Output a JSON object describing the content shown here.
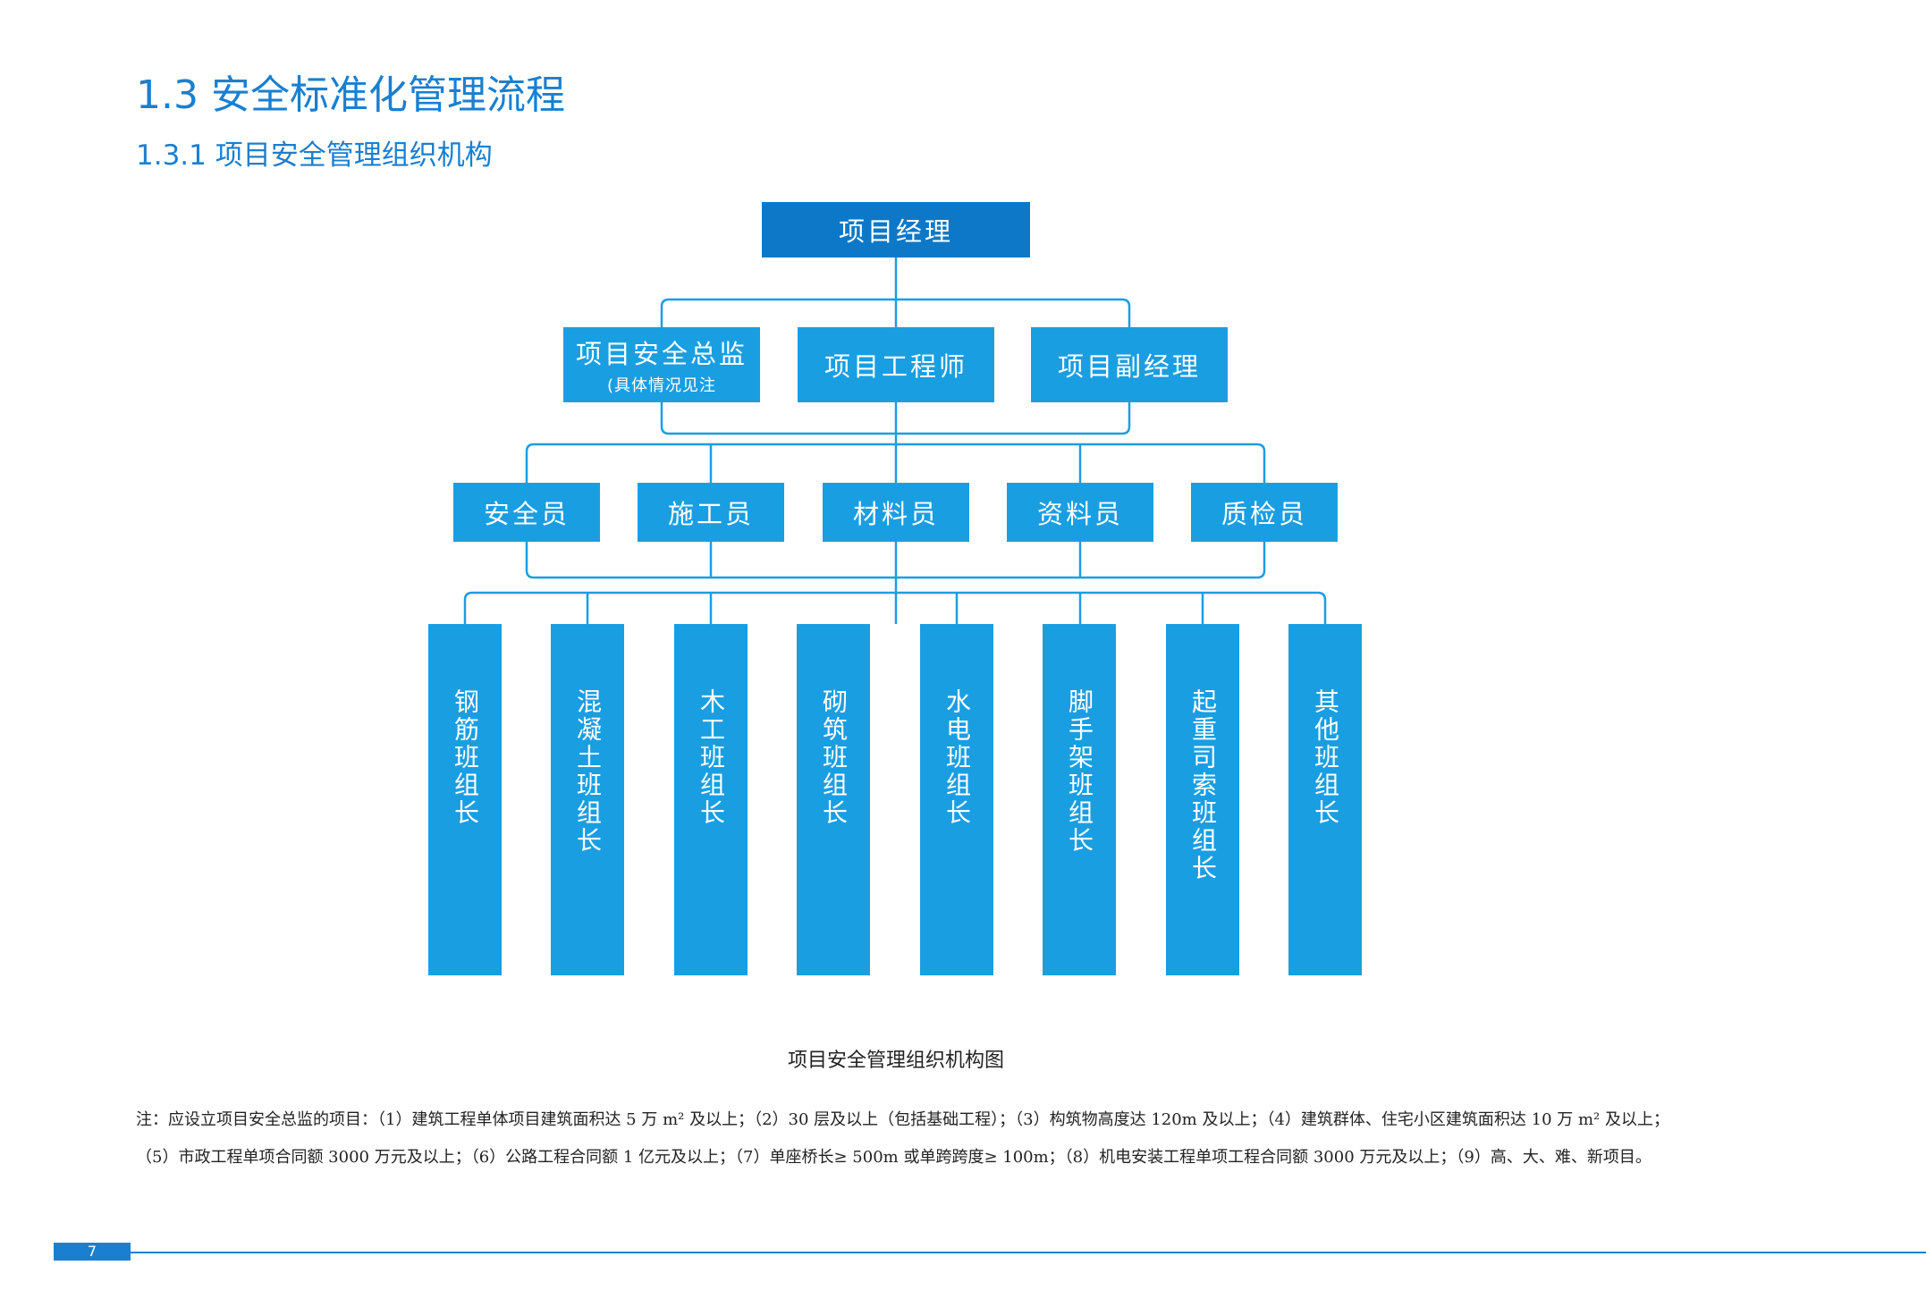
{
  "heading": {
    "title": "1.3 安全标准化管理流程",
    "subtitle": "1.3.1 项目安全管理组织机构"
  },
  "org_chart": {
    "top": {
      "label": "项目经理"
    },
    "level2": [
      {
        "label": "项目安全总监",
        "sub": "(具体情况见注"
      },
      {
        "label": "项目工程师",
        "sub": ""
      },
      {
        "label": "项目副经理",
        "sub": ""
      }
    ],
    "level3": [
      {
        "label": "安全员"
      },
      {
        "label": "施工员"
      },
      {
        "label": "材料员"
      },
      {
        "label": "资料员"
      },
      {
        "label": "质检员"
      }
    ],
    "level4": [
      {
        "label": "钢筋班组长"
      },
      {
        "label": "混凝土班组长"
      },
      {
        "label": "木工班组长"
      },
      {
        "label": "砌筑班组长"
      },
      {
        "label": "水电班组长"
      },
      {
        "label": "脚手架班组长"
      },
      {
        "label": "起重司索班组长"
      },
      {
        "label": "其他班组长"
      }
    ],
    "caption": "项目安全管理组织机构图",
    "colors": {
      "top": "#0c78c7",
      "box": "#1a9ee2",
      "line": "#1a9ee2",
      "heading": "#1a7fd0"
    }
  },
  "note": {
    "text": "注：应设立项目安全总监的项目：（1）建筑工程单体项目建筑面积达 5 万 m² 及以上；（2）30 层及以上（包括基础工程）；（3）构筑物高度达 120m 及以上；（4）建筑群体、住宅小区建筑面积达 10 万 m² 及以上；（5）市政工程单项合同额 3000 万元及以上；（6）公路工程合同额 1 亿元及以上；（7）单座桥长≥ 500m 或单跨跨度≥ 100m；（8）机电安装工程单项工程合同额 3000 万元及以上；（9）高、大、难、新项目。"
  },
  "footer": {
    "page_number": "7"
  }
}
